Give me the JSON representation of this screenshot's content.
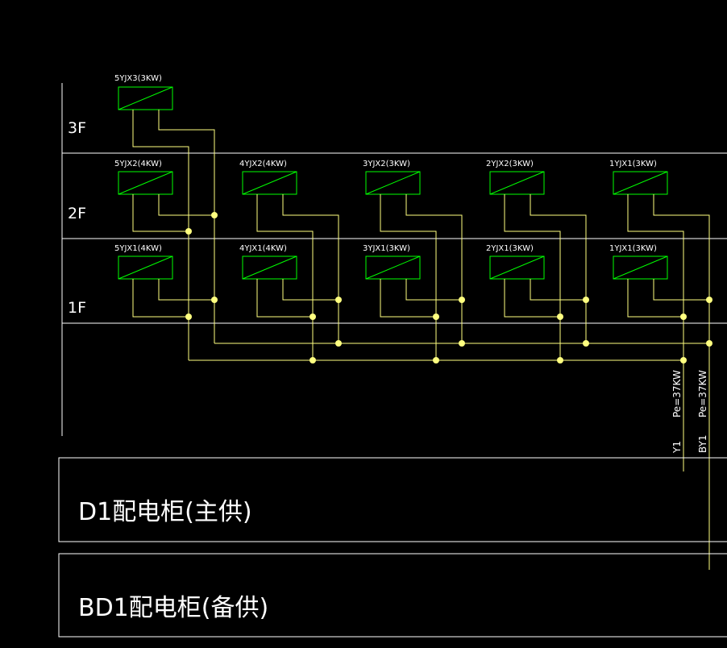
{
  "floors": [
    {
      "label": "3F",
      "units": [
        {
          "label": "5YJX3(3KW)"
        }
      ]
    },
    {
      "label": "2F",
      "units": [
        {
          "label": "5YJX2(4KW)"
        },
        {
          "label": "4YJX2(4KW)"
        },
        {
          "label": "3YJX2(3KW)"
        },
        {
          "label": "2YJX2(3KW)"
        },
        {
          "label": "1YJX1(3KW)"
        }
      ]
    },
    {
      "label": "1F",
      "units": [
        {
          "label": "5YJX1(4KW)"
        },
        {
          "label": "4YJX1(4KW)"
        },
        {
          "label": "3YJX1(3KW)"
        },
        {
          "label": "2YJX1(3KW)"
        },
        {
          "label": "1YJX1(3KW)"
        }
      ]
    }
  ],
  "feeders": [
    {
      "name": "Y1",
      "power": "Pe=37KW"
    },
    {
      "name": "BY1",
      "power": "Pe=37KW"
    }
  ],
  "cabinets": [
    {
      "label": "D1配电柜(主供)"
    },
    {
      "label": "BD1配电柜(备供)"
    }
  ],
  "colors": {
    "background": "#000000",
    "frame": "#ffffff",
    "unit_box": "#00ff00",
    "wire": "#ffff80",
    "text": "#ffffff"
  }
}
